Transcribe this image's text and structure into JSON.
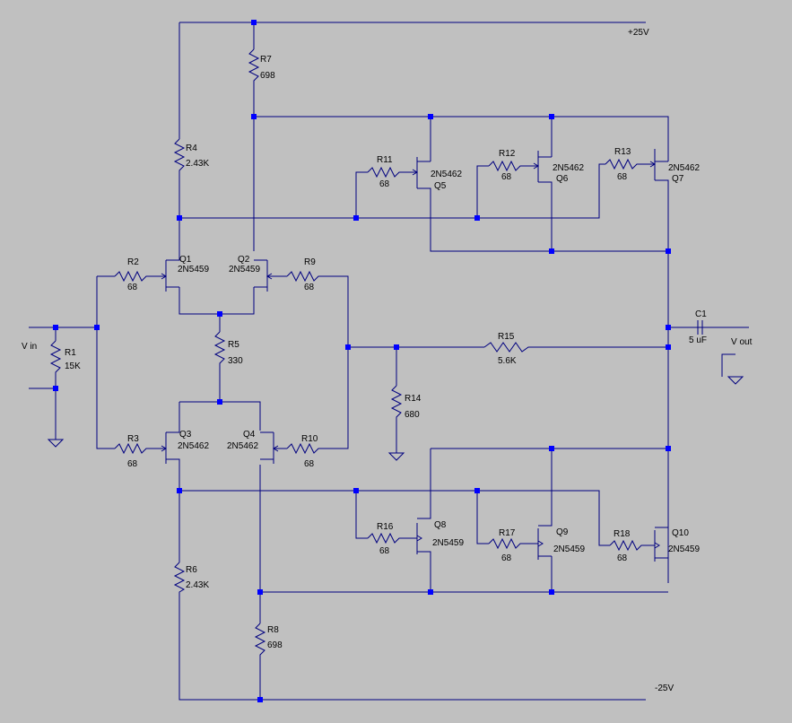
{
  "rails": {
    "positive": "+25V",
    "negative": "-25V"
  },
  "input_label": "V in",
  "output_label": "V out",
  "capacitor": {
    "ref": "C1",
    "value": "5 uF"
  },
  "resistors": [
    {
      "ref": "R1",
      "value": "15K"
    },
    {
      "ref": "R2",
      "value": "68"
    },
    {
      "ref": "R3",
      "value": "68"
    },
    {
      "ref": "R4",
      "value": "2.43K"
    },
    {
      "ref": "R5",
      "value": "330"
    },
    {
      "ref": "R6",
      "value": "2.43K"
    },
    {
      "ref": "R7",
      "value": "698"
    },
    {
      "ref": "R8",
      "value": "698"
    },
    {
      "ref": "R9",
      "value": "68"
    },
    {
      "ref": "R10",
      "value": "68"
    },
    {
      "ref": "R11",
      "value": "68"
    },
    {
      "ref": "R12",
      "value": "68"
    },
    {
      "ref": "R13",
      "value": "68"
    },
    {
      "ref": "R14",
      "value": "680"
    },
    {
      "ref": "R15",
      "value": "5.6K"
    },
    {
      "ref": "R16",
      "value": "68"
    },
    {
      "ref": "R17",
      "value": "68"
    },
    {
      "ref": "R18",
      "value": "68"
    }
  ],
  "transistors": [
    {
      "ref": "Q1",
      "part": "2N5459"
    },
    {
      "ref": "Q2",
      "part": "2N5459"
    },
    {
      "ref": "Q3",
      "part": "2N5462"
    },
    {
      "ref": "Q4",
      "part": "2N5462"
    },
    {
      "ref": "Q5",
      "part": "2N5462"
    },
    {
      "ref": "Q6",
      "part": "2N5462"
    },
    {
      "ref": "Q7",
      "part": "2N5462"
    },
    {
      "ref": "Q8",
      "part": "2N5459"
    },
    {
      "ref": "Q9",
      "part": "2N5459"
    },
    {
      "ref": "Q10",
      "part": "2N5459"
    }
  ]
}
